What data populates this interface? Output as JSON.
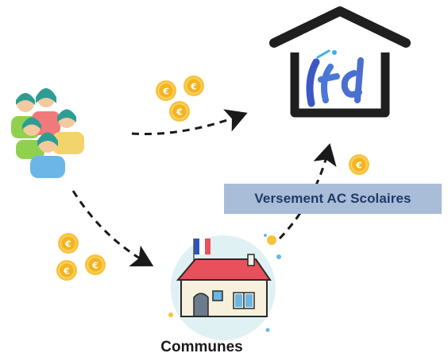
{
  "diagram": {
    "flow_label": "Versement AC Scolaires",
    "communes_label": "Communes",
    "logo_text": "ltd"
  },
  "icons": {
    "people": "people-group-icon",
    "house": "ltd-house-icon",
    "town_hall": "town-hall-icon",
    "coin": "euro-coin-icon",
    "flag": "french-flag-icon"
  },
  "colors": {
    "label_bg": "#a9bcd8",
    "label_text": "#1f3a66",
    "coin": "#f5b731",
    "roof": "#e8505b",
    "circle_bg": "#dff1f3",
    "house_outline": "#1f1f1f",
    "logo_blue": "#3a57c4"
  }
}
